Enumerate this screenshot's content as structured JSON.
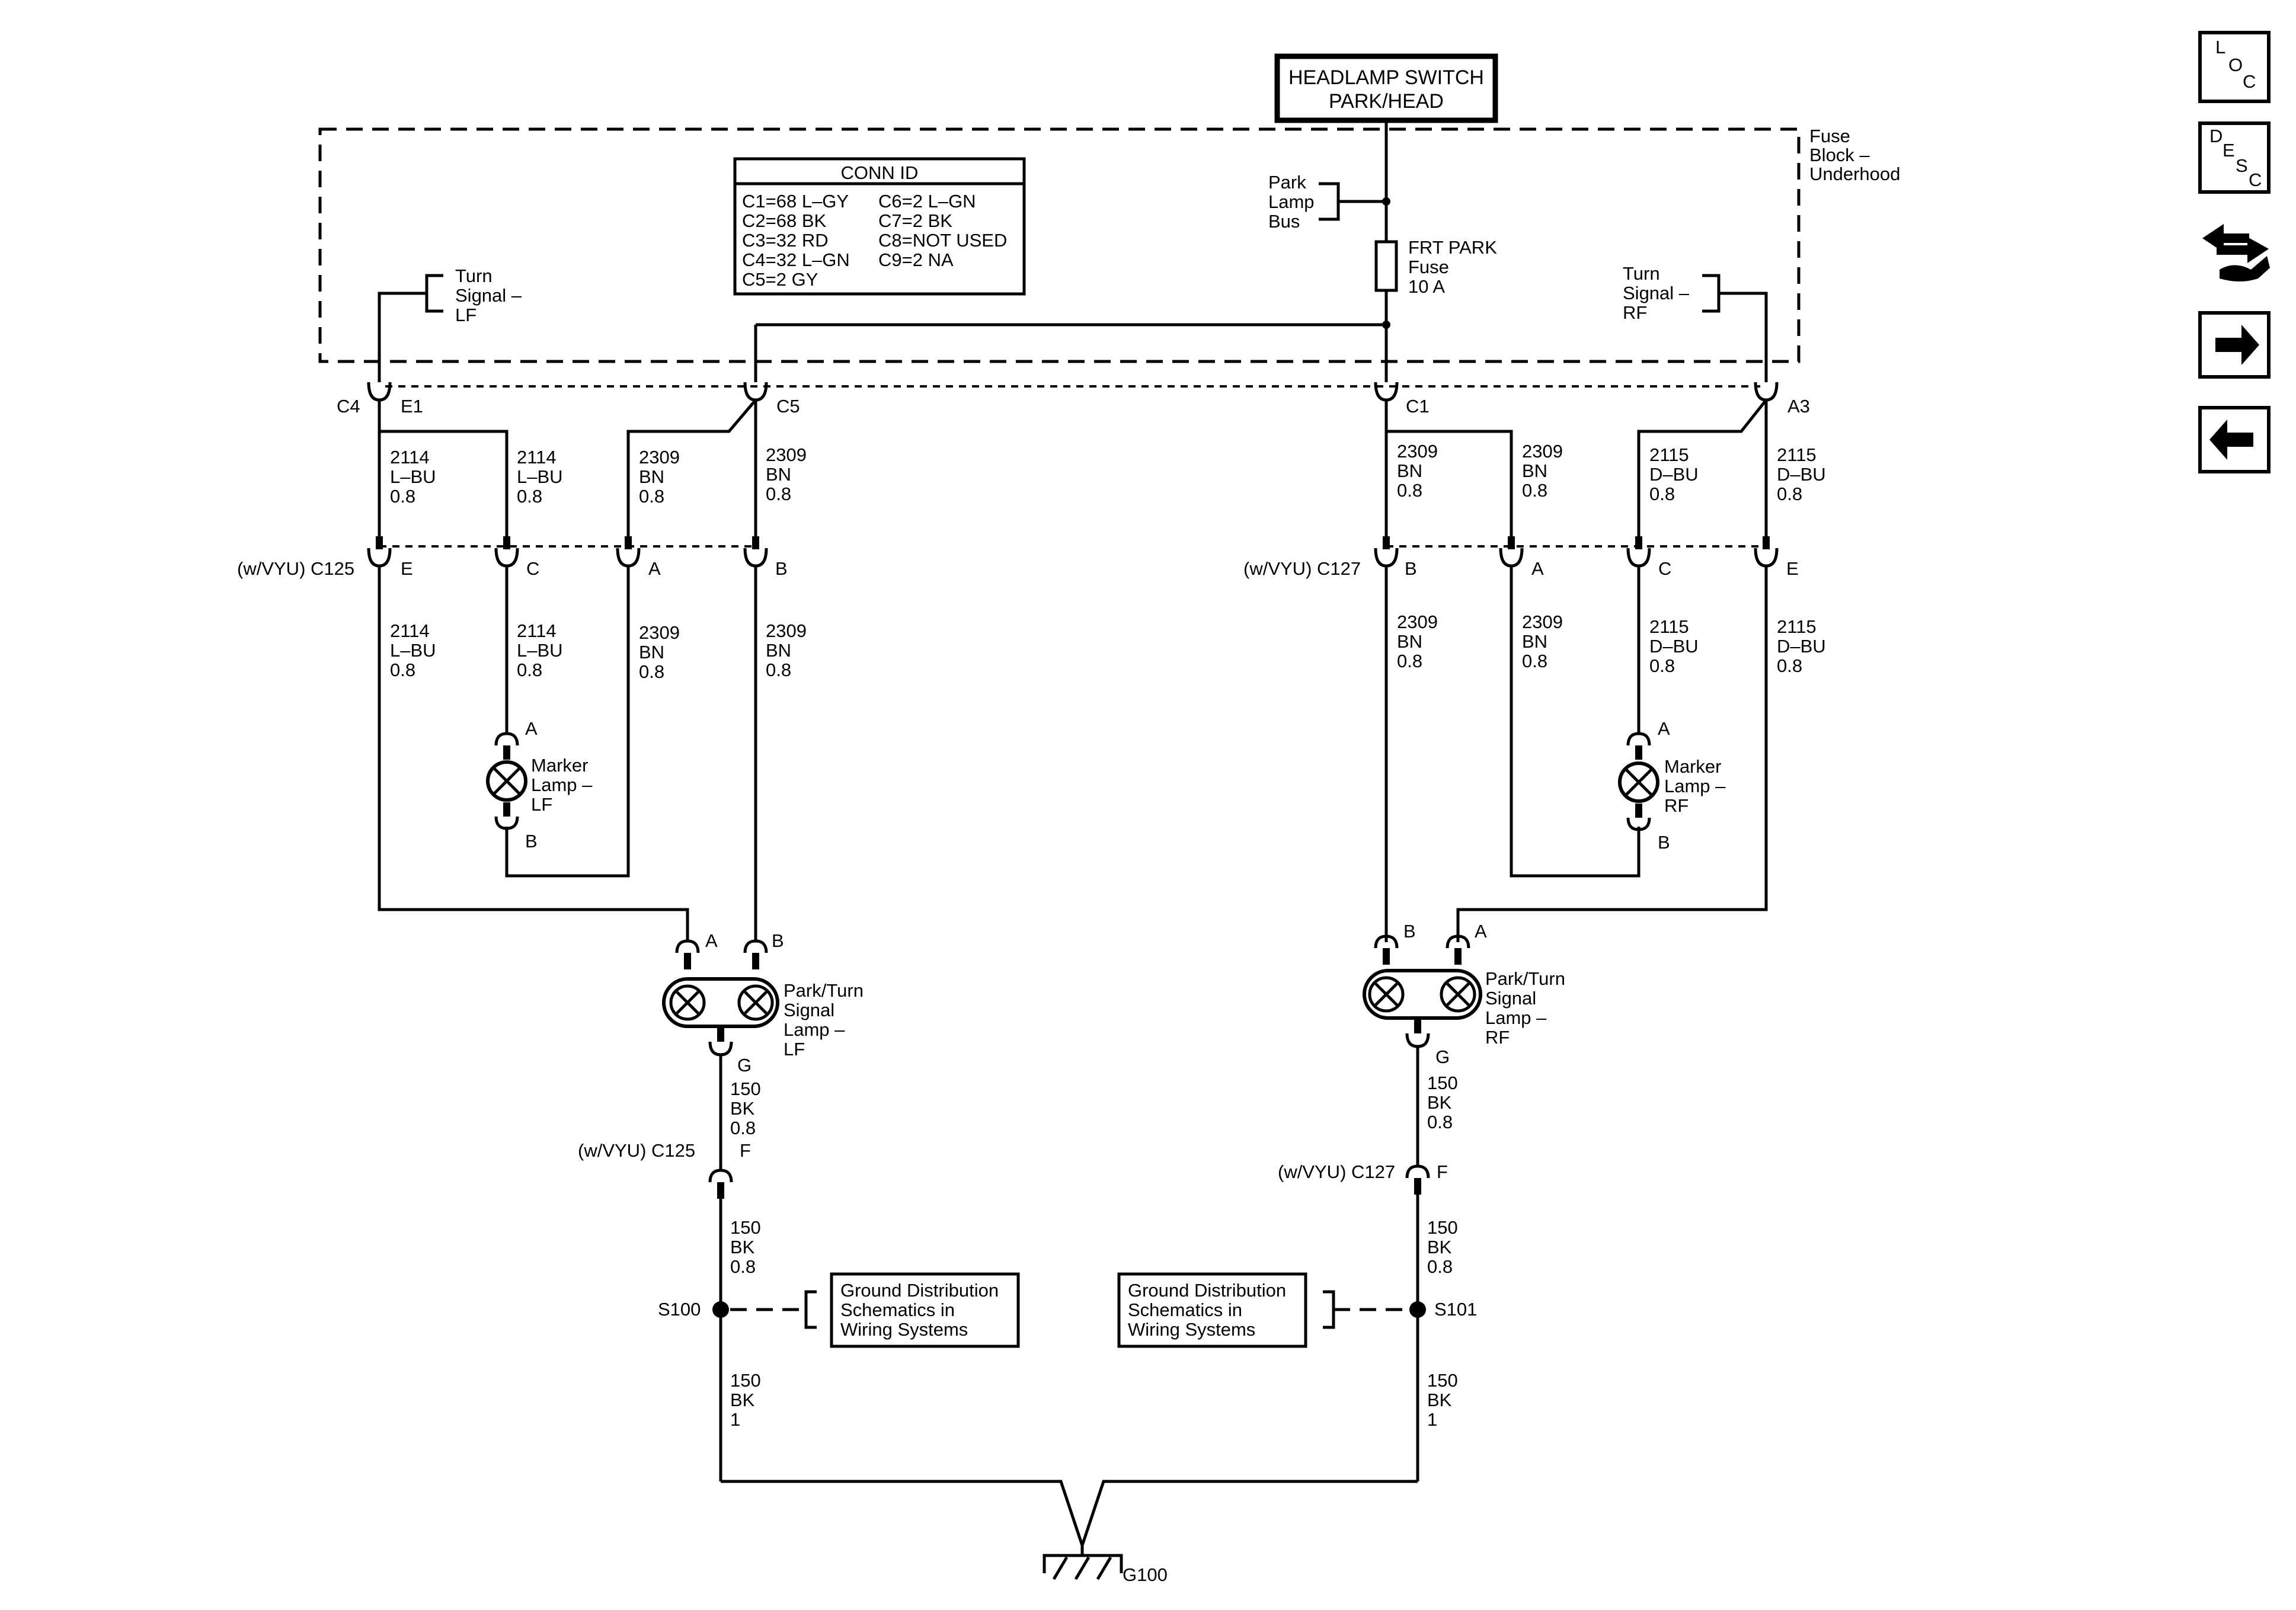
{
  "header": {
    "switch_line1": "HEADLAMP SWITCH",
    "switch_line2": "PARK/HEAD"
  },
  "fuse_block": {
    "label": [
      "Fuse",
      "Block –",
      "Underhood"
    ],
    "park_lamp_bus": [
      "Park",
      "Lamp",
      "Bus"
    ],
    "fuse": [
      "FRT PARK",
      "Fuse",
      "10 A"
    ],
    "turn_signal_lf": [
      "Turn",
      "Signal –",
      "LF"
    ],
    "turn_signal_rf": [
      "Turn",
      "Signal –",
      "RF"
    ]
  },
  "conn_id": {
    "title": "CONN ID",
    "left": [
      "C1=68 L–GY",
      "C2=68 BK",
      "C3=32 RD",
      "C4=32 L–GN",
      "C5=2 GY"
    ],
    "right": [
      "C6=2 L–GN",
      "C7=2 BK",
      "C8=NOT USED",
      "C9=2 NA"
    ]
  },
  "connectors": {
    "c4": "C4",
    "e1": "E1",
    "c5": "C5",
    "c1": "C1",
    "a3": "A3",
    "c125": "(w/VYU) C125",
    "c127": "(w/VYU) C127",
    "pin_e": "E",
    "pin_c": "C",
    "pin_a": "A",
    "pin_b": "B",
    "pin_g": "G",
    "pin_f": "F"
  },
  "wires": {
    "w2114": [
      "2114",
      "L–BU",
      "0.8"
    ],
    "w2309": [
      "2309",
      "BN",
      "0.8"
    ],
    "w2115": [
      "2115",
      "D–BU",
      "0.8"
    ],
    "w150": [
      "150",
      "BK",
      "0.8"
    ],
    "w150g": [
      "150",
      "BK",
      "1"
    ]
  },
  "components": {
    "marker_lf": [
      "Marker",
      "Lamp –",
      "LF"
    ],
    "marker_rf": [
      "Marker",
      "Lamp –",
      "RF"
    ],
    "park_turn_lf": [
      "Park/Turn",
      "Signal",
      "Lamp –",
      "LF"
    ],
    "park_turn_rf": [
      "Park/Turn",
      "Signal",
      "Lamp –",
      "RF"
    ]
  },
  "ground": {
    "s100": "S100",
    "s101": "S101",
    "g100": "G100",
    "ref_box": [
      "Ground Distribution",
      "Schematics in",
      "Wiring Systems"
    ]
  },
  "nav": {
    "loc": [
      "L",
      "O",
      "C"
    ],
    "desc": [
      "D",
      "E",
      "S",
      "C"
    ]
  }
}
